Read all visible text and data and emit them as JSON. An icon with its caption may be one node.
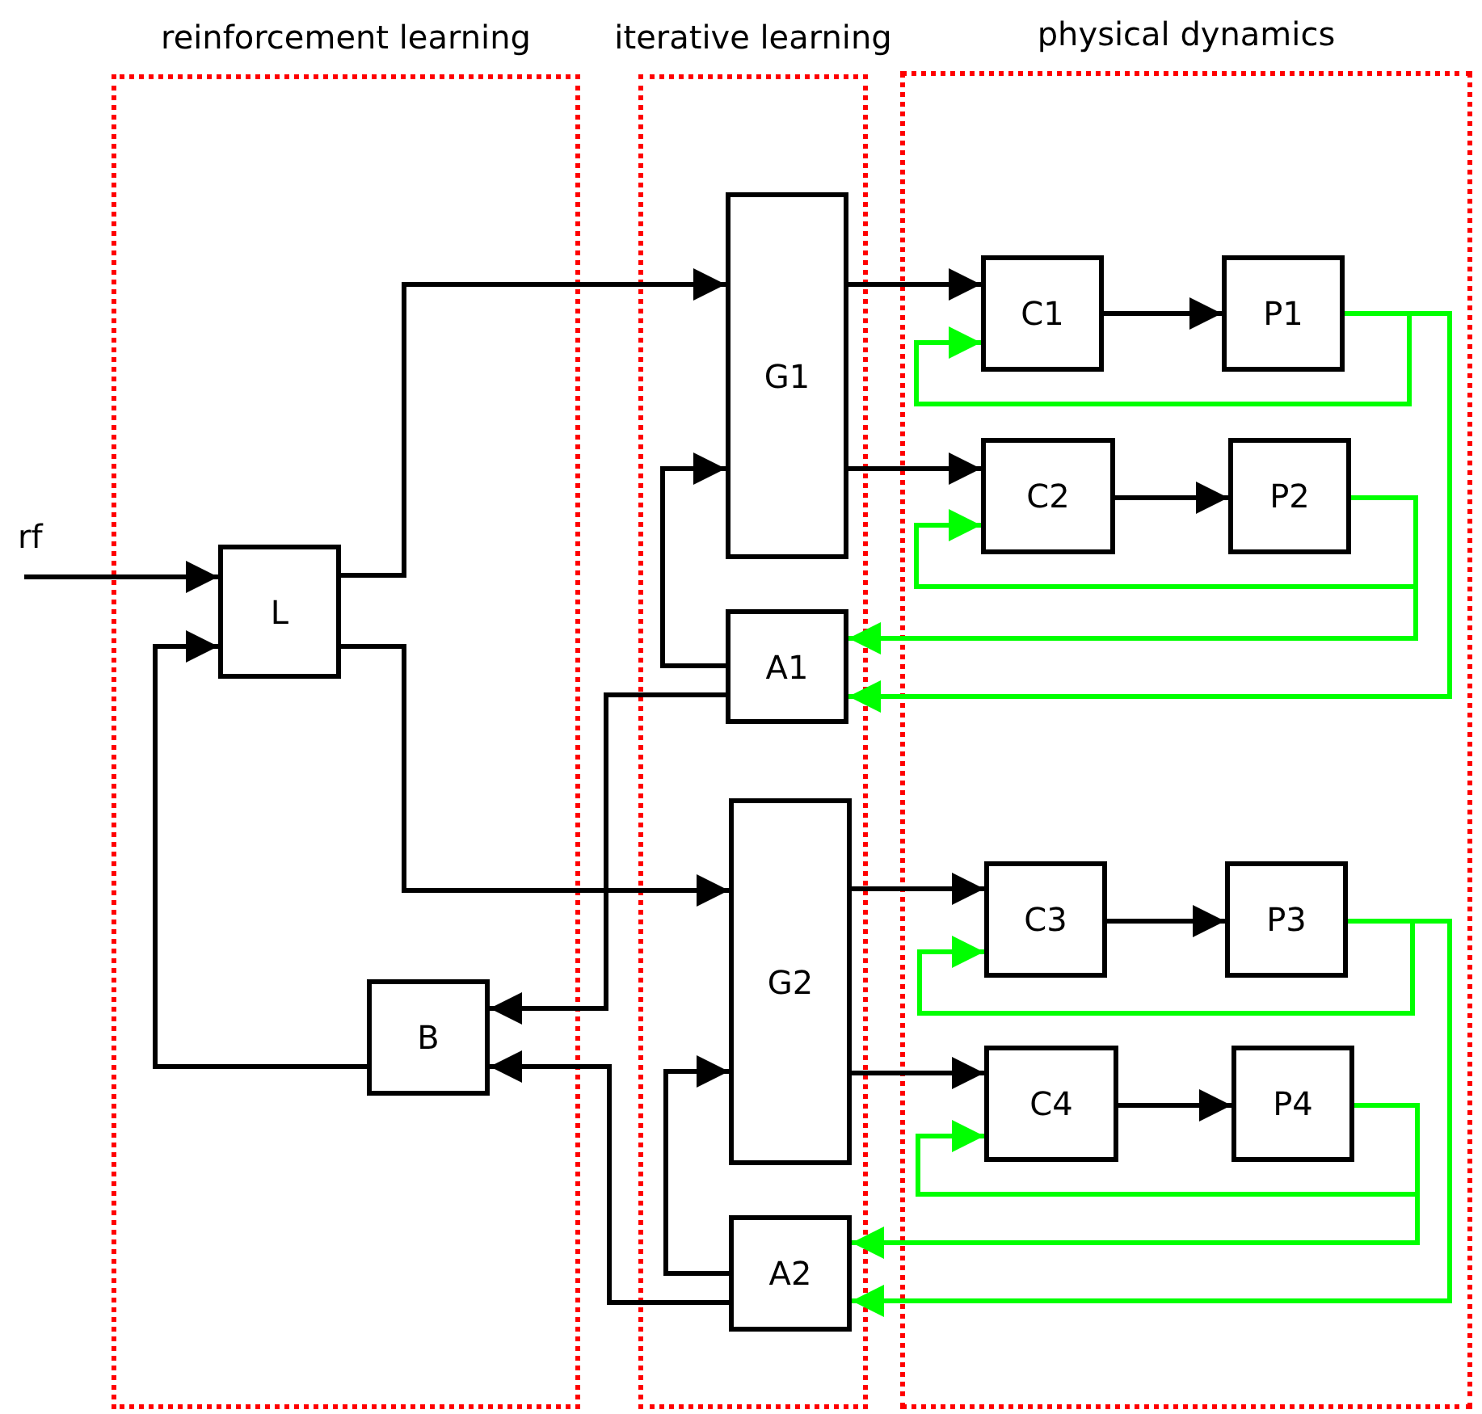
{
  "diagram": {
    "nodes": [
      {
        "text": [
          "reinforcement learning"
        ]
      },
      {
        "text": [
          "iterative learning"
        ]
      },
      {
        "text": [
          "physical dynamics"
        ]
      },
      {
        "text": [
          "L"
        ],
        "in": 0
      },
      {
        "text": [
          "B"
        ],
        "in": 0
      },
      {
        "text": [
          "G1"
        ],
        "in": 1
      },
      {
        "text": [
          "A1"
        ],
        "in": 1
      },
      {
        "text": [
          "G2"
        ],
        "in": 1
      },
      {
        "text": [
          "A2"
        ],
        "in": 1
      },
      {
        "text": [
          "C1"
        ],
        "in": 2
      },
      {
        "text": [
          "P1"
        ],
        "in": 2
      },
      {
        "text": [
          "C2"
        ],
        "in": 2
      },
      {
        "text": [
          "P2"
        ],
        "in": 2
      },
      {
        "text": [
          "C3"
        ],
        "in": 2
      },
      {
        "text": [
          "P3"
        ],
        "in": 2
      },
      {
        "text": [
          "C4"
        ],
        "in": 2
      },
      {
        "text": [
          "P4"
        ],
        "in": 2
      }
    ],
    "edges": [
      {
        "from": null,
        "to": 3,
        "arrow": "to"
      },
      {
        "from": 3,
        "to": 5,
        "arrow": "to"
      },
      {
        "from": 3,
        "to": 7,
        "arrow": "to"
      },
      {
        "from": 6,
        "to": 5,
        "arrow": "to"
      },
      {
        "from": 6,
        "to": 4,
        "arrow": "to"
      },
      {
        "from": 8,
        "to": 7,
        "arrow": "to"
      },
      {
        "from": 8,
        "to": 4,
        "arrow": "to"
      },
      {
        "from": 4,
        "to": 3,
        "arrow": "to"
      },
      {
        "from": 5,
        "to": 9,
        "arrow": "to"
      },
      {
        "from": 5,
        "to": 11,
        "arrow": "to"
      },
      {
        "from": 7,
        "to": 13,
        "arrow": "to"
      },
      {
        "from": 7,
        "to": 15,
        "arrow": "to"
      },
      {
        "from": 9,
        "to": 10,
        "arrow": "to"
      },
      {
        "from": 11,
        "to": 12,
        "arrow": "to"
      },
      {
        "from": 13,
        "to": 14,
        "arrow": "to"
      },
      {
        "from": 15,
        "to": 16,
        "arrow": "to"
      },
      {
        "from": 10,
        "to": 9,
        "arrow": "to",
        "color": "#00ff00"
      },
      {
        "from": 10,
        "to": 6,
        "arrow": "to",
        "color": "#00ff00"
      },
      {
        "from": 12,
        "to": 11,
        "arrow": "to",
        "color": "#00ff00"
      },
      {
        "from": 12,
        "to": 6,
        "arrow": "to",
        "color": "#00ff00"
      },
      {
        "from": 14,
        "to": 13,
        "arrow": "to",
        "color": "#00ff00"
      },
      {
        "from": 14,
        "to": 8,
        "arrow": "to",
        "color": "#00ff00"
      },
      {
        "from": 16,
        "to": 15,
        "arrow": "to",
        "color": "#00ff00"
      },
      {
        "from": 16,
        "to": 8,
        "arrow": "to",
        "color": "#00ff00"
      }
    ],
    "labels": [
      "rf"
    ]
  }
}
